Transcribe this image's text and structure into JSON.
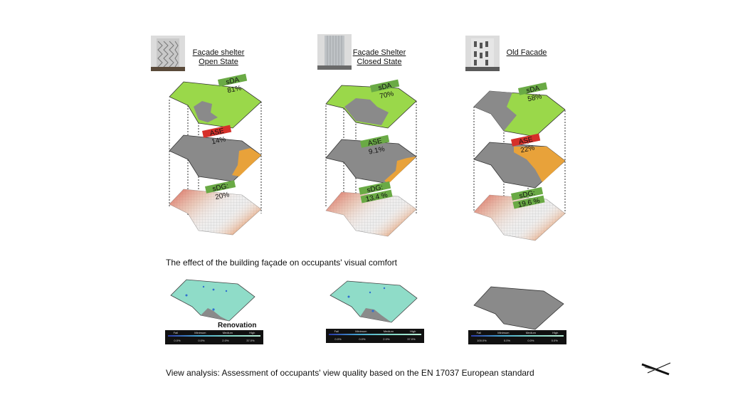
{
  "columns": [
    {
      "heading": [
        "Façade shelter",
        "Open State"
      ],
      "sDA": {
        "label": "sDA",
        "value": "81%"
      },
      "ASE": {
        "label": "ASE",
        "value": "14%"
      },
      "sDG": {
        "label": "sDG:",
        "value": "20%"
      },
      "legend": {
        "headers": [
          "Fail",
          "Minimum",
          "Medium",
          "High"
        ],
        "values": [
          "0.0%",
          "0.0%",
          "2.0%",
          "37.0%"
        ]
      },
      "note": "Renovation"
    },
    {
      "heading": [
        "Façade Shelter",
        "Closed State"
      ],
      "sDA": {
        "label": "sDA",
        "value": "70%"
      },
      "ASE": {
        "label": "ASE",
        "value": "9.1%"
      },
      "sDG": {
        "label": "sDG:",
        "value": "13.4 %"
      },
      "legend": {
        "headers": [
          "Fail",
          "Minimum",
          "Medium",
          "High"
        ],
        "values": [
          "0.0%",
          "0.0%",
          "2.0%",
          "37.0%"
        ]
      }
    },
    {
      "heading": [
        "Old Facade"
      ],
      "sDA": {
        "label": "sDA",
        "value": "58%"
      },
      "ASE": {
        "label": "ASE",
        "value": "22%"
      },
      "sDG": {
        "label": "sDG:",
        "value": "19.6 %"
      },
      "legend": {
        "headers": [
          "Fail",
          "Minimum",
          "Medium",
          "High"
        ],
        "values": [
          "100.0%",
          "0.0%",
          "0.0%",
          "0.0%"
        ]
      }
    }
  ],
  "caption_comfort": "The effect of the building façade on  occupants' visual comfort",
  "caption_view": "View analysis: Assessment of occupants' view quality based on the EN 17037 European standard",
  "colors": {
    "lime": "#9ad84a",
    "gray": "#8a8a8a",
    "orange": "#e8a23a",
    "red": "#d6302a",
    "green_label": "#6aaa45",
    "teal": "#8fdcc8"
  }
}
